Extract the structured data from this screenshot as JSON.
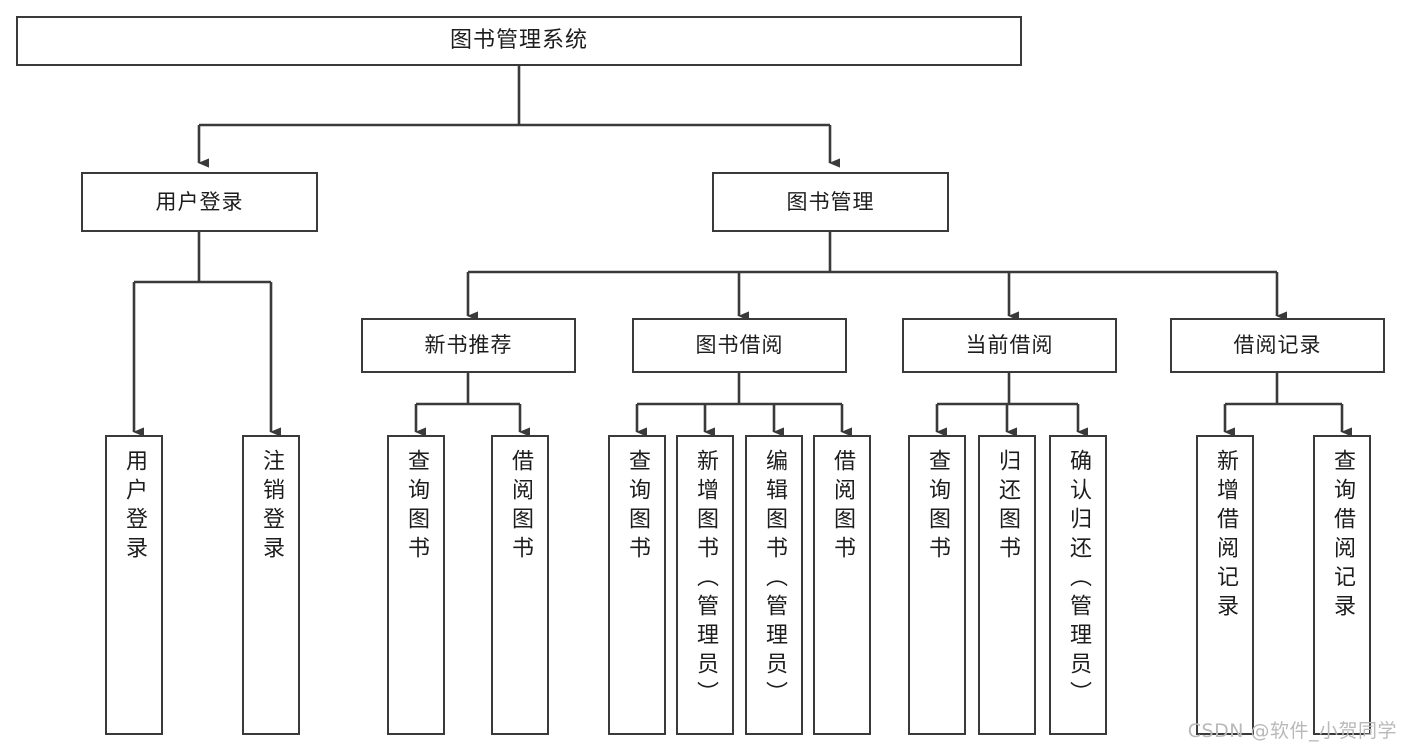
{
  "diagram": {
    "title": "图书管理系统",
    "type": "hierarchy-tree",
    "watermark": "CSDN @软件_小贺同学",
    "colors": {
      "stroke": "#3a3a3a",
      "text": "#1d1d1d",
      "background": "#ffffff",
      "watermark": "#b9b9b9"
    },
    "levels": {
      "root": {
        "label": "图书管理系统"
      },
      "level2": [
        {
          "label": "用户登录"
        },
        {
          "label": "图书管理"
        }
      ],
      "level3": [
        {
          "label": "新书推荐"
        },
        {
          "label": "图书借阅"
        },
        {
          "label": "当前借阅"
        },
        {
          "label": "借阅记录"
        }
      ],
      "leaves": {
        "user_login": [
          {
            "label": "用户登录"
          },
          {
            "label": "注销登录"
          }
        ],
        "new_book_recommend": [
          {
            "label": "查询图书"
          },
          {
            "label": "借阅图书"
          }
        ],
        "book_borrow": [
          {
            "label": "查询图书"
          },
          {
            "label": "新增图书（管理员）"
          },
          {
            "label": "编辑图书（管理员）"
          },
          {
            "label": "借阅图书"
          }
        ],
        "current_borrow": [
          {
            "label": "查询图书"
          },
          {
            "label": "归还图书"
          },
          {
            "label": "确认归还（管理员）"
          }
        ],
        "borrow_records": [
          {
            "label": "新增借阅记录"
          },
          {
            "label": "查询借阅记录"
          }
        ]
      }
    }
  }
}
